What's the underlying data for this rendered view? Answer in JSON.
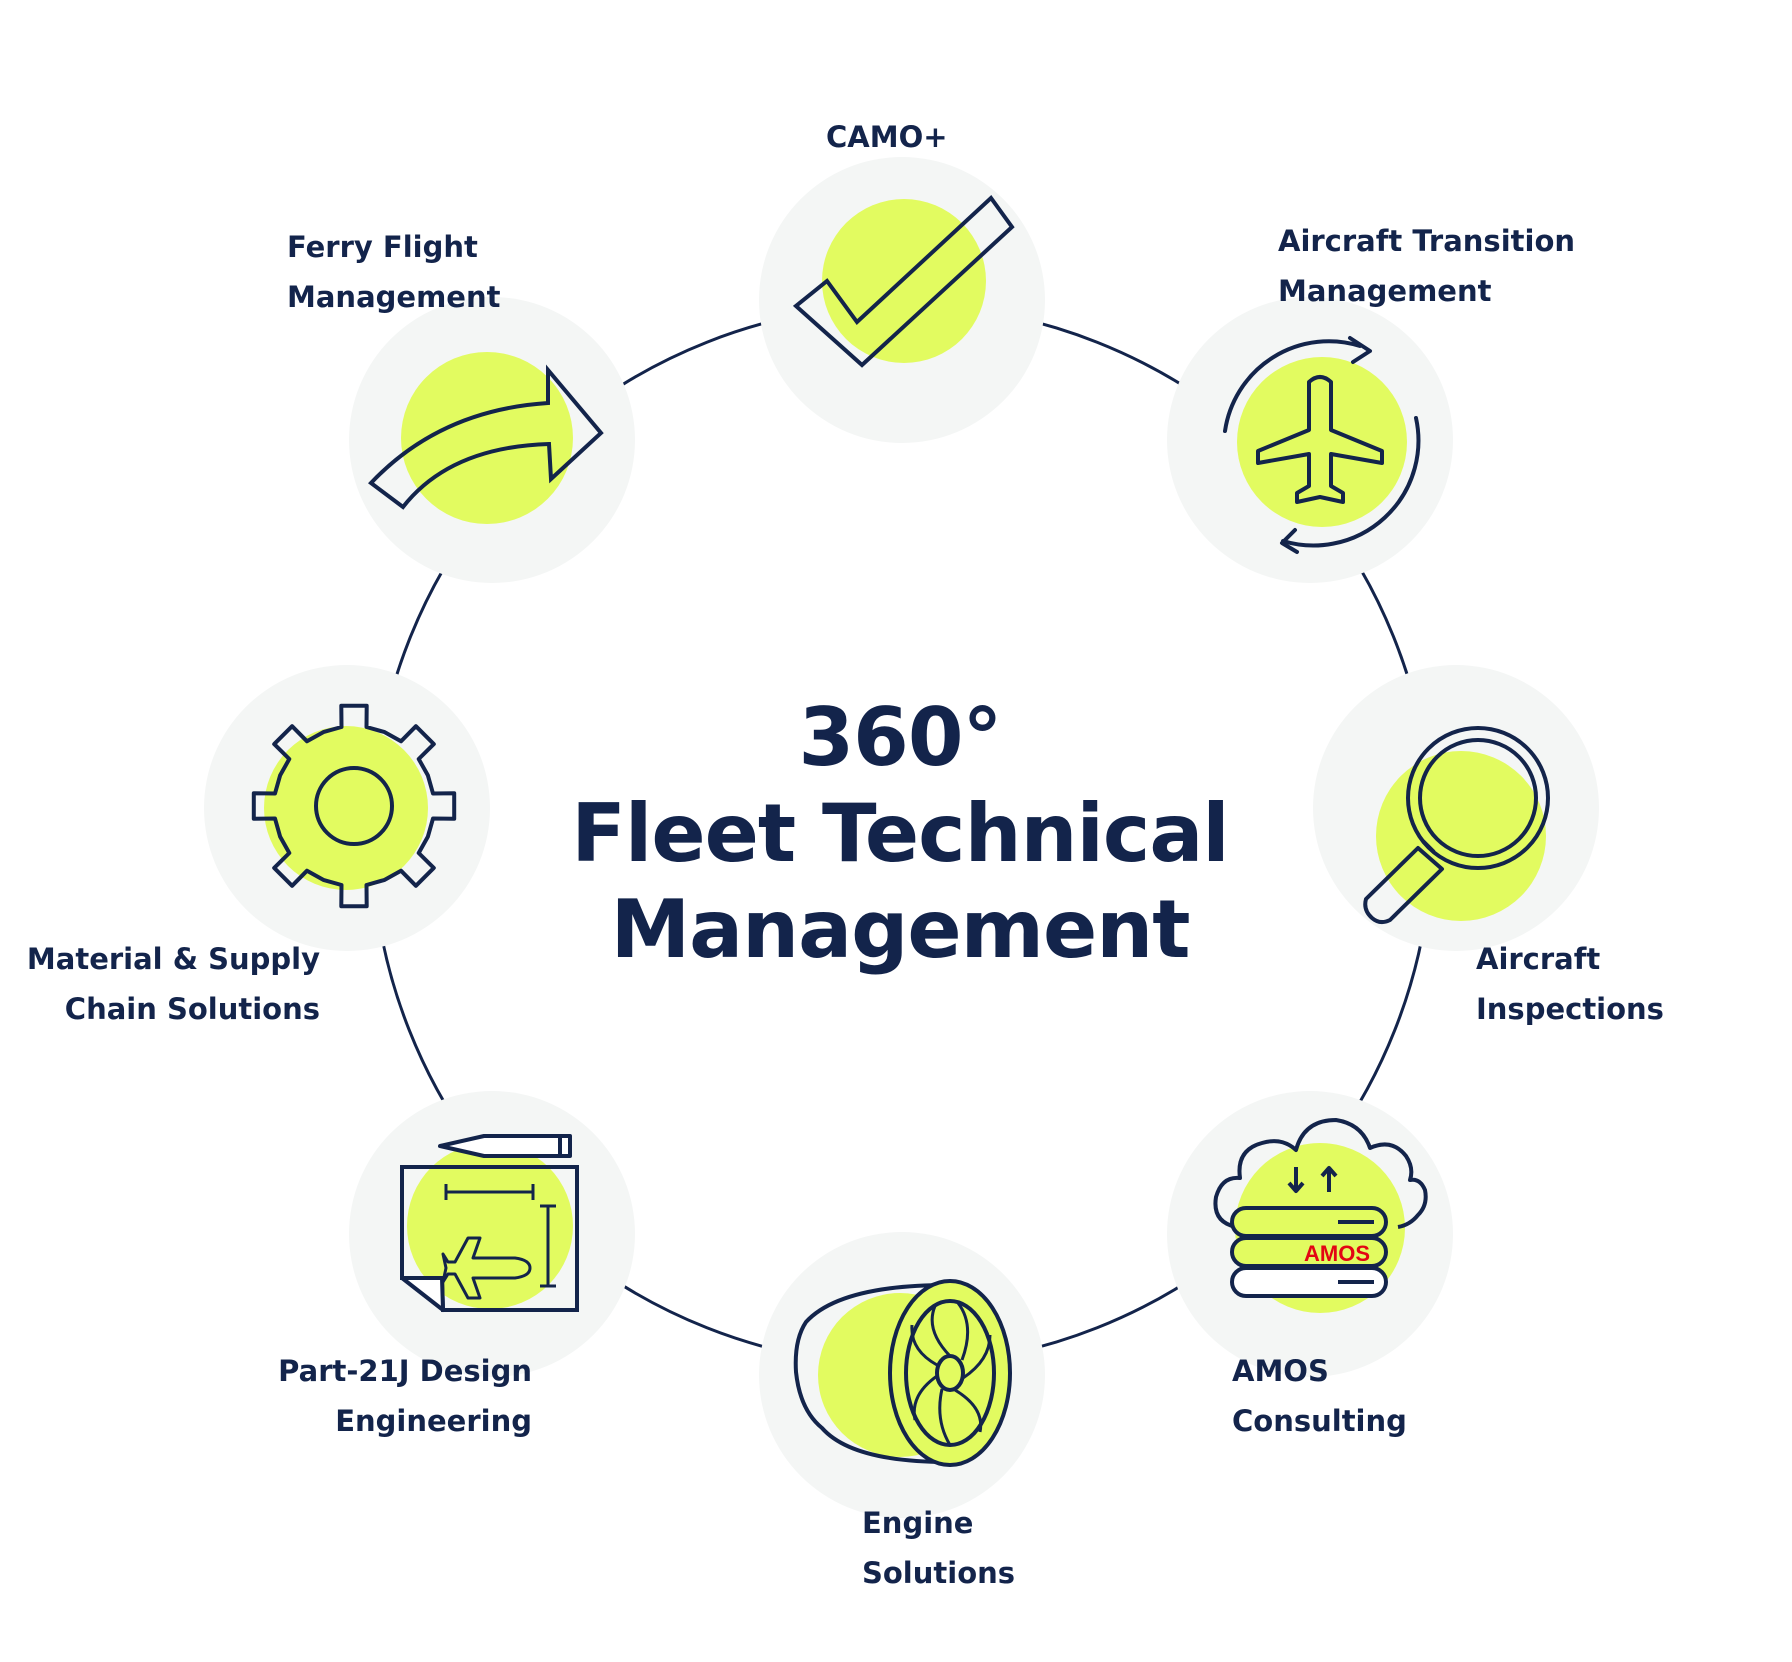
{
  "title": {
    "line1": "360°",
    "line2": "Fleet Technical",
    "line3": "Management"
  },
  "colors": {
    "navy": "#13244b",
    "lime": "#e2fb60",
    "halo": "#f4f6f5",
    "amos_red": "#e30613"
  },
  "services": [
    {
      "id": "camo",
      "icon": "checkmark-icon",
      "lines": [
        "CAMO+"
      ]
    },
    {
      "id": "transition",
      "icon": "airplane-cycle-icon",
      "lines": [
        "Aircraft Transition",
        "Management"
      ]
    },
    {
      "id": "inspections",
      "icon": "magnifier-icon",
      "lines": [
        "Aircraft",
        "Inspections"
      ]
    },
    {
      "id": "amos",
      "icon": "cloud-server-icon",
      "lines": [
        "AMOS",
        "Consulting"
      ],
      "badge": "AMOS"
    },
    {
      "id": "engine",
      "icon": "engine-icon",
      "lines": [
        "Engine",
        "Solutions"
      ]
    },
    {
      "id": "part21j",
      "icon": "blueprint-icon",
      "lines": [
        "Part-21J Design",
        "Engineering"
      ]
    },
    {
      "id": "material",
      "icon": "gear-icon",
      "lines": [
        "Material & Supply",
        "Chain Solutions"
      ]
    },
    {
      "id": "ferry",
      "icon": "arrow-icon",
      "lines": [
        "Ferry Flight",
        "Management"
      ]
    }
  ]
}
